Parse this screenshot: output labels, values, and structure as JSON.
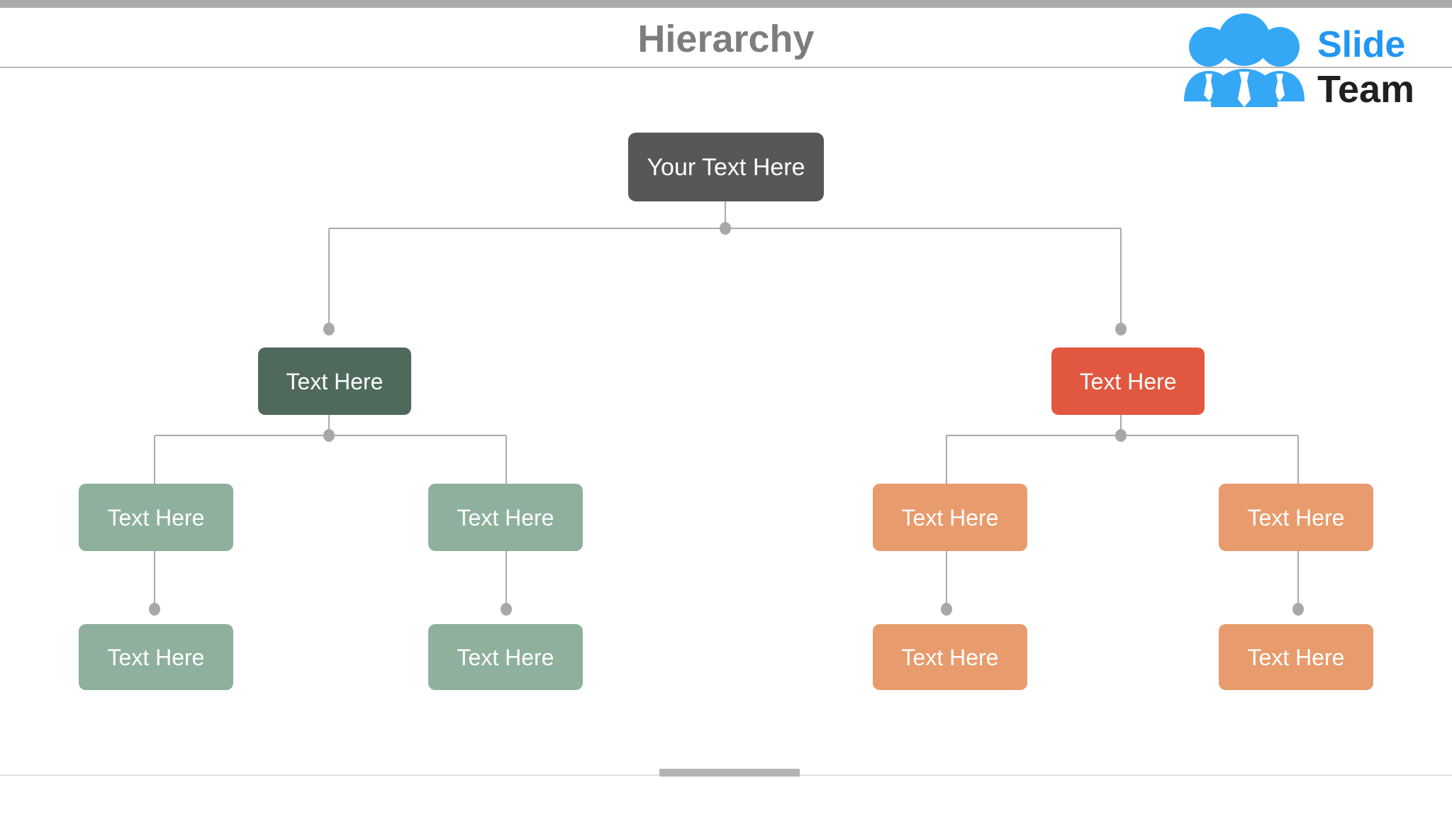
{
  "window": {
    "top_bar_color": "#ababab",
    "background": "#ffffff"
  },
  "header": {
    "title": "Hierarchy",
    "title_color": "#7d7d7d",
    "rule_color": "#b9b9b9"
  },
  "logo": {
    "name": "slideteam-logo",
    "word_one": "Slide",
    "word_two": "Team",
    "word_one_color": "#2196f3",
    "word_two_color": "#1f2024",
    "people_icon_color": "#35a8f5"
  },
  "diagram": {
    "type": "org-chart",
    "levels": 4,
    "palette": {
      "root": "#575757",
      "branch_green": "#4f6a5c",
      "branch_red": "#e2573f",
      "leaf_green": "#8eb09c",
      "leaf_orange": "#e89b6c",
      "connector": "#aaaaaa",
      "connector_dot": "#a8a8a8"
    },
    "root": {
      "label": "Your Text Here"
    },
    "branches": [
      {
        "id": "branch-left",
        "label": "Text Here",
        "color_key": "branch_green",
        "children": [
          {
            "id": "left-child-1",
            "label": "Text Here",
            "color_key": "leaf_green",
            "children": [
              {
                "id": "left-grandchild-1",
                "label": "Text Here",
                "color_key": "leaf_green"
              }
            ]
          },
          {
            "id": "left-child-2",
            "label": "Text Here",
            "color_key": "leaf_green",
            "children": [
              {
                "id": "left-grandchild-2",
                "label": "Text Here",
                "color_key": "leaf_green"
              }
            ]
          }
        ]
      },
      {
        "id": "branch-right",
        "label": "Text Here",
        "color_key": "branch_red",
        "children": [
          {
            "id": "right-child-1",
            "label": "Text Here",
            "color_key": "leaf_orange",
            "children": [
              {
                "id": "right-grandchild-1",
                "label": "Text Here",
                "color_key": "leaf_orange"
              }
            ]
          },
          {
            "id": "right-child-2",
            "label": "Text Here",
            "color_key": "leaf_orange",
            "children": [
              {
                "id": "right-grandchild-2",
                "label": "Text Here",
                "color_key": "leaf_orange"
              }
            ]
          }
        ]
      }
    ]
  },
  "scrollbar": {
    "orientation": "horizontal",
    "thumb_color": "#b4b4b4",
    "track_color": "#e3e3e3"
  }
}
